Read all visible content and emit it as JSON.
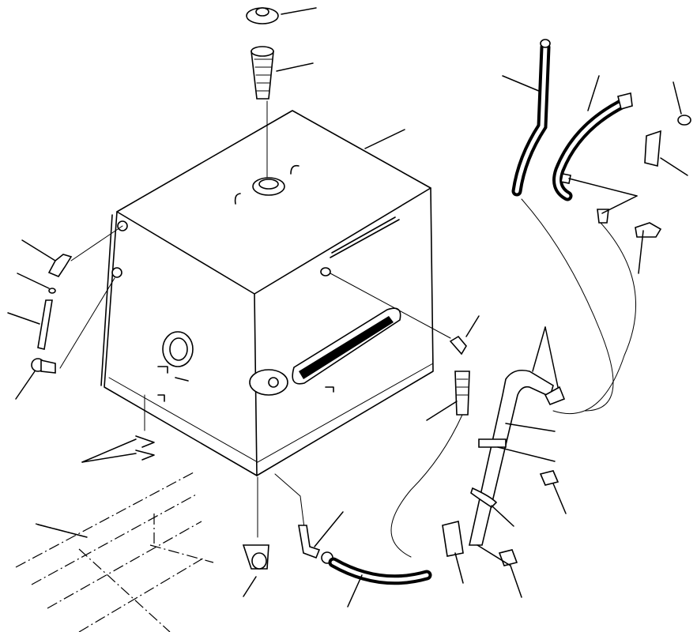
{
  "diagram": {
    "kind": "exploded-parts-view",
    "subject": "hydraulic-tank-assembly",
    "parts": [
      {
        "id": "cap"
      },
      {
        "id": "strainer"
      },
      {
        "id": "tank"
      },
      {
        "id": "upper-elbow"
      },
      {
        "id": "o-ring"
      },
      {
        "id": "breather-pipe"
      },
      {
        "id": "lower-elbow"
      },
      {
        "id": "mounting-shims"
      },
      {
        "id": "frame"
      },
      {
        "id": "drain-valve"
      },
      {
        "id": "elbow-fitting"
      },
      {
        "id": "drain-hose"
      },
      {
        "id": "sight-gauge"
      },
      {
        "id": "side-elbow"
      },
      {
        "id": "adapter"
      },
      {
        "id": "return-hose-1"
      },
      {
        "id": "return-hose-2"
      },
      {
        "id": "cap-nut"
      },
      {
        "id": "bracket-upper"
      },
      {
        "id": "bracket-lower"
      },
      {
        "id": "hose-clamps"
      },
      {
        "id": "suction-pipe"
      },
      {
        "id": "clip"
      },
      {
        "id": "clamp-1"
      },
      {
        "id": "sleeve-1"
      },
      {
        "id": "clamp-2"
      },
      {
        "id": "clamp-3"
      },
      {
        "id": "sleeve-2"
      }
    ]
  }
}
